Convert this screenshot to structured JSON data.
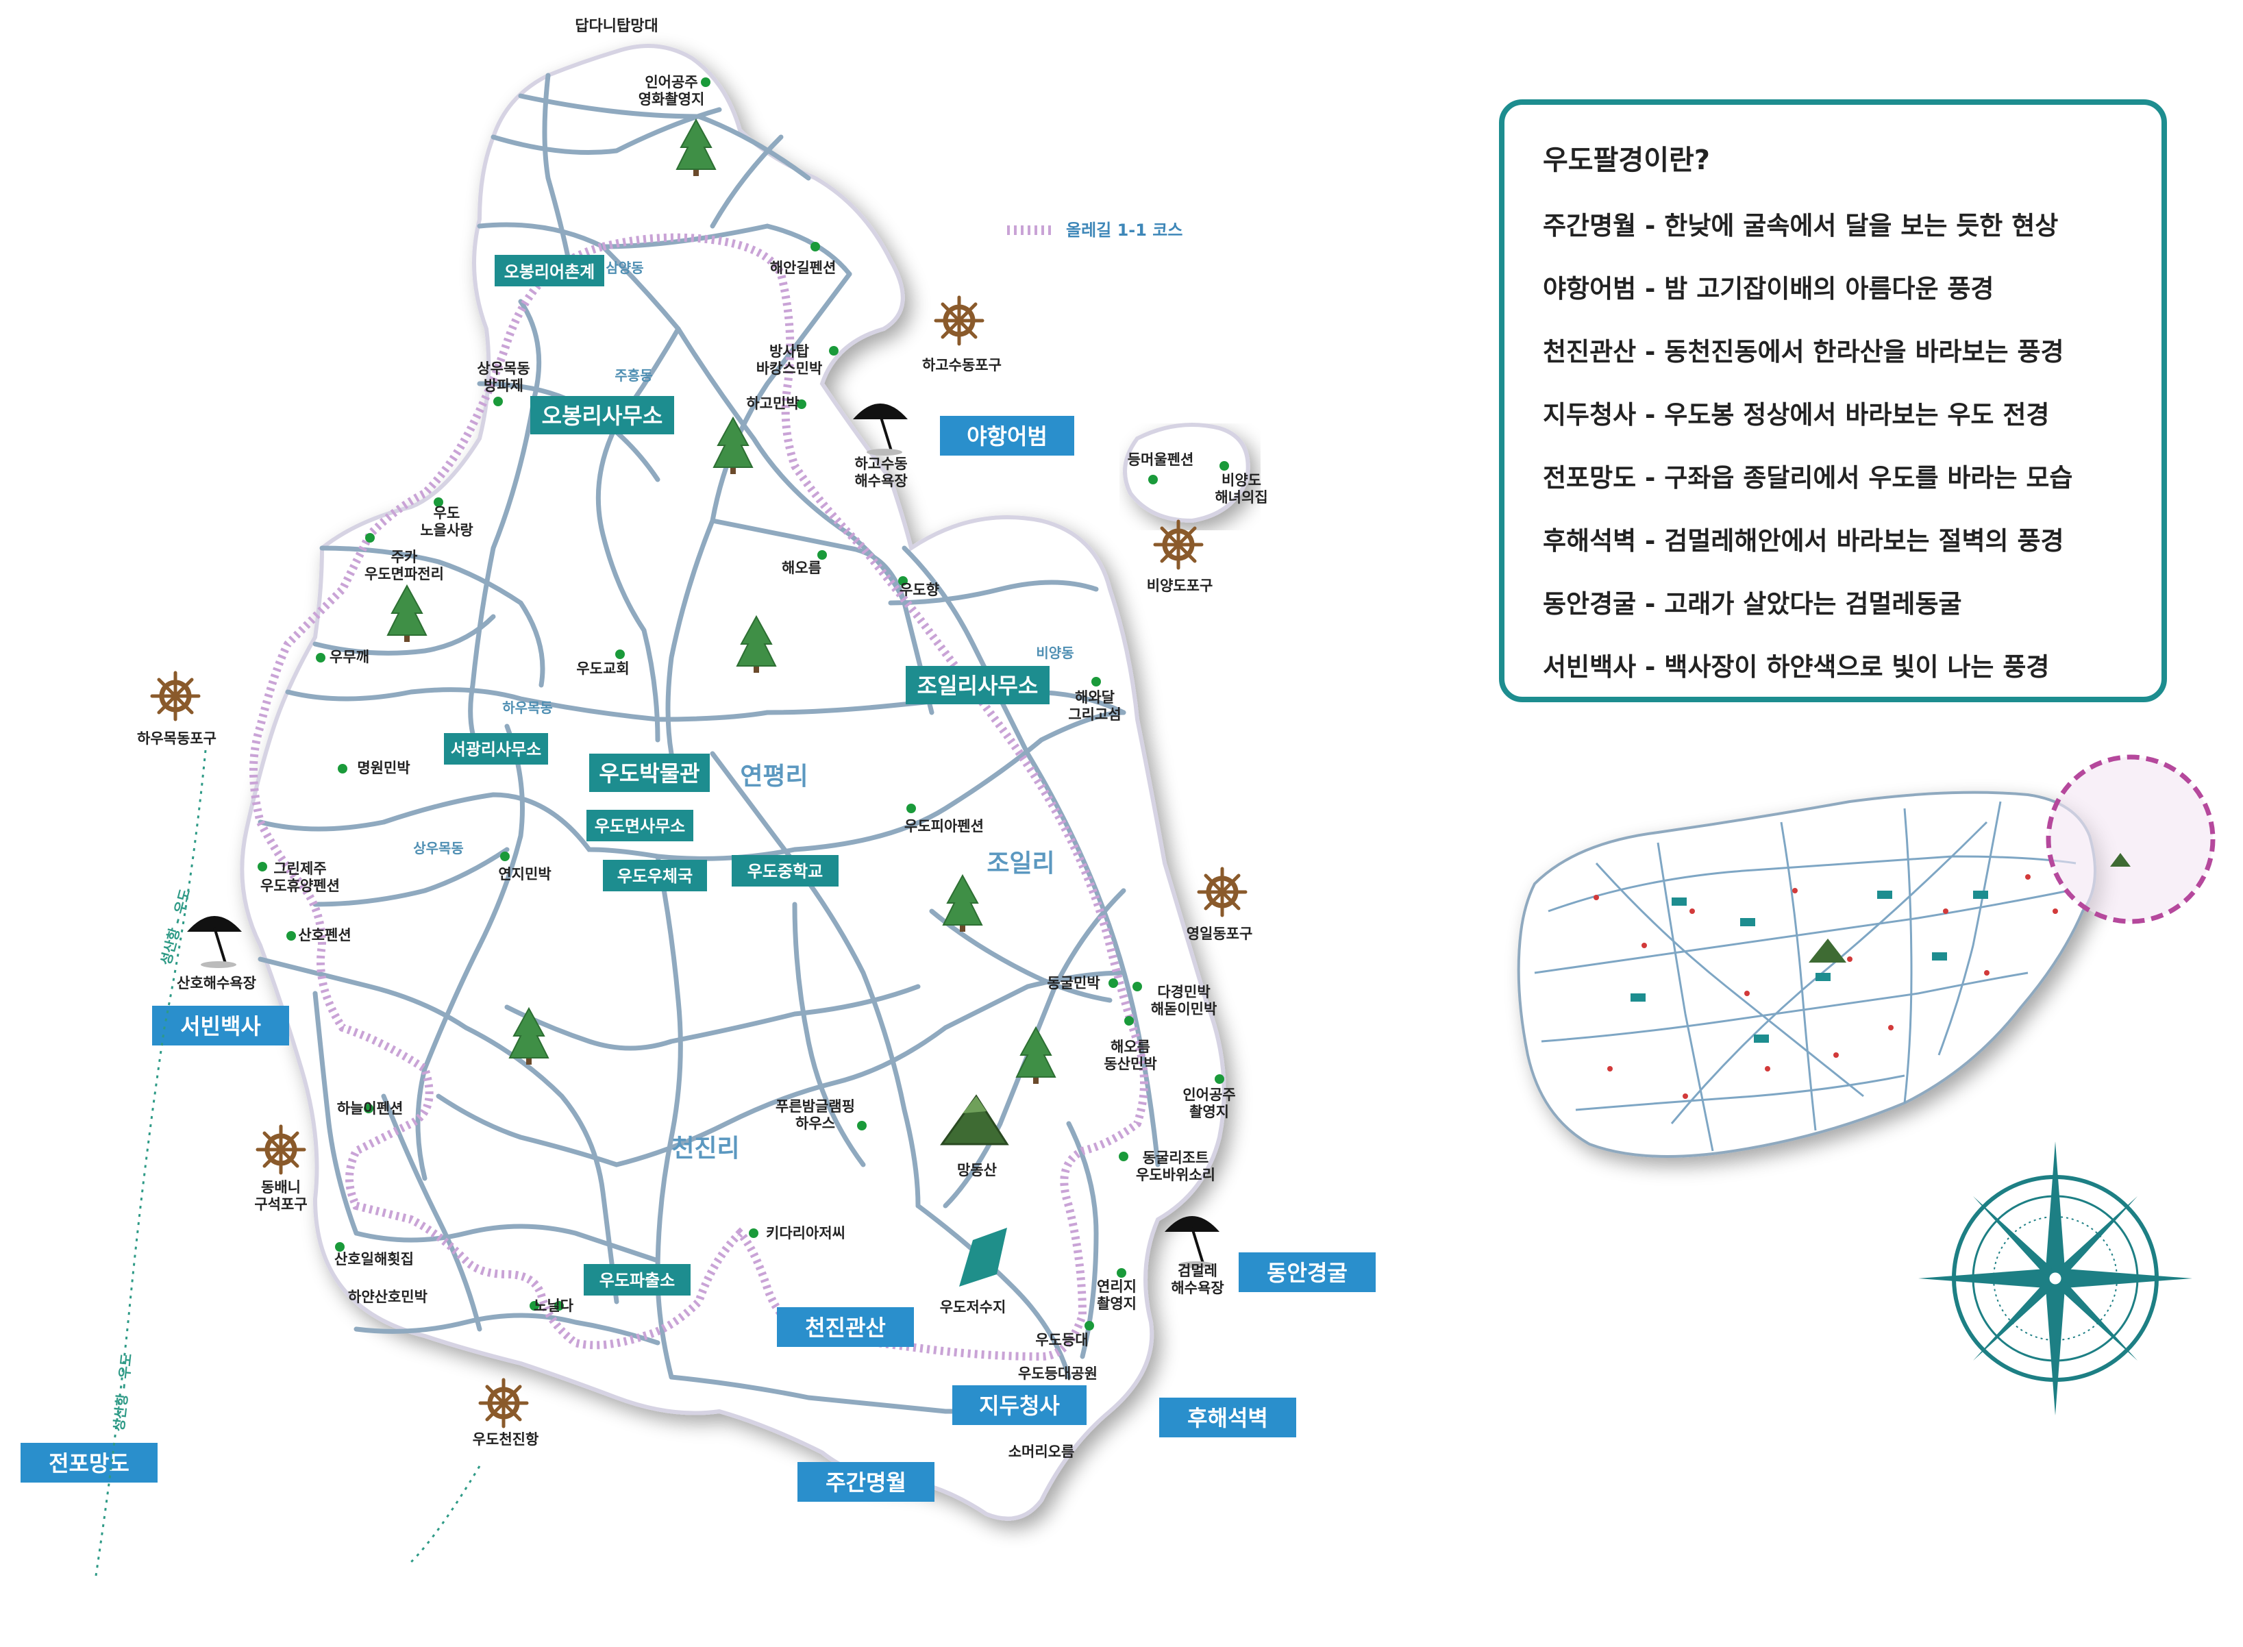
{
  "info": {
    "title": "우도팔경이란?",
    "lines": [
      "주간명월 - 한낮에 굴속에서 달을 보는 듯한 현상",
      "야항어범 - 밤 고기잡이배의 아름다운 풍경",
      "천진관산 - 동천진동에서 한라산을 바라보는 풍경",
      "지두청사 - 우도봉 정상에서 바라보는 우도 전경",
      "전포망도 - 구좌읍 종달리에서 우도를 바라는 모습",
      "후해석벽 - 검멀레해안에서 바라보는 절벽의 풍경",
      "동안경굴 - 고래가 살았다는 검멀레동굴",
      "서빈백사 - 백사장이 하얀색으로 빛이 나는 풍경"
    ]
  },
  "legend": {
    "olle": "올레길 1-1 코스"
  },
  "top_label": "답다니탑망대",
  "villages": {
    "yeonpyeong": "연평리",
    "jo_il": "조일리",
    "cheonjin": "천진리"
  },
  "areas": {
    "samyang": "삼양동",
    "juheung": "주흥동",
    "biyang": "비양동",
    "hau": "하우목동",
    "sangu": "상우목동"
  },
  "offices": {
    "obong_chon": "오봉리어촌계",
    "obong": "오봉리사무소",
    "jo_il": "조일리사무소",
    "seogwang": "서광리사무소",
    "museum": "우도박물관",
    "myeon": "우도면사무소",
    "post": "우도우체국",
    "middle": "우도중학교",
    "police": "우도파출소"
  },
  "eight": {
    "yahang": "야항어범",
    "seobin": "서빈백사",
    "dongan": "동안경굴",
    "jeonpo": "전포망도",
    "cheonjin": "천진관산",
    "jidu": "지두청사",
    "huhae": "후해석벽",
    "jugan": "주간명월"
  },
  "pois": {
    "p_ineo_film": "인어공주\n영화촬영지",
    "p_haean": "해안길펜션",
    "p_bangsatap": "방사탑\n바캉스민박",
    "p_hagominbak": "하고민박",
    "p_sangu_wall": "상우목동\n방파제",
    "p_uno": "우도\n노을사랑",
    "p_juka": "주카\n우도면파전리",
    "p_haoreum": "해오름",
    "p_udohyang": "우도향",
    "p_umukkae": "우무깨",
    "p_church": "우도교회",
    "p_haewadal": "해와달\n그리고섬",
    "p_myeongwon": "명원민박",
    "p_yeonji": "연지민박",
    "p_green": "그린제주\n우도휴양펜션",
    "p_piano": "우도피아펜션",
    "p_sanho_pension": "산호펜션",
    "p_donggul": "동굴민박",
    "p_dagyeong": "다경민박\n해돋이민박",
    "p_haeoreum_dongsan": "해오름\n동산민박",
    "p_ineo_film2": "인어공주\n촬영지",
    "p_haneul": "하늘이펜션",
    "p_glamping": "푸른밤글램핑\n하우스",
    "p_donggul_resort": "동굴리조트\n우도바위소리",
    "p_kidari": "키다리아저씨",
    "p_sanho_il": "산호일해횟집",
    "p_hayan": "하얀산호민박",
    "p_nolda": "노닐다",
    "p_yeonriji": "연리지\n촬영지",
    "p_lighthouse": "우도등대",
    "p_deungmeoul": "등머울펜션",
    "p_biyang_haenyeo": "비양도\n해녀의집"
  },
  "plain_labels": {
    "hago_port": "하고수동포구",
    "hago_beach": "하고수동\n해수욕장",
    "biyangdo_port": "비양도포구",
    "hau_port": "하우목동포구",
    "yeongil_port": "영일동포구",
    "sanho_beach": "산호해수욕장",
    "dongbaeni": "동배니\n구석포구",
    "mangdongsan": "망동산",
    "reservoir": "우도저수지",
    "geommeolle": "검멀레\n해수욕장",
    "lighthouse_park": "우도등대공원",
    "soemeori": "소머리오름",
    "cheonjin_port": "우도천진항"
  },
  "ferry": {
    "route1": "성산항 - 우도",
    "route2": "성산항 - 우도"
  }
}
